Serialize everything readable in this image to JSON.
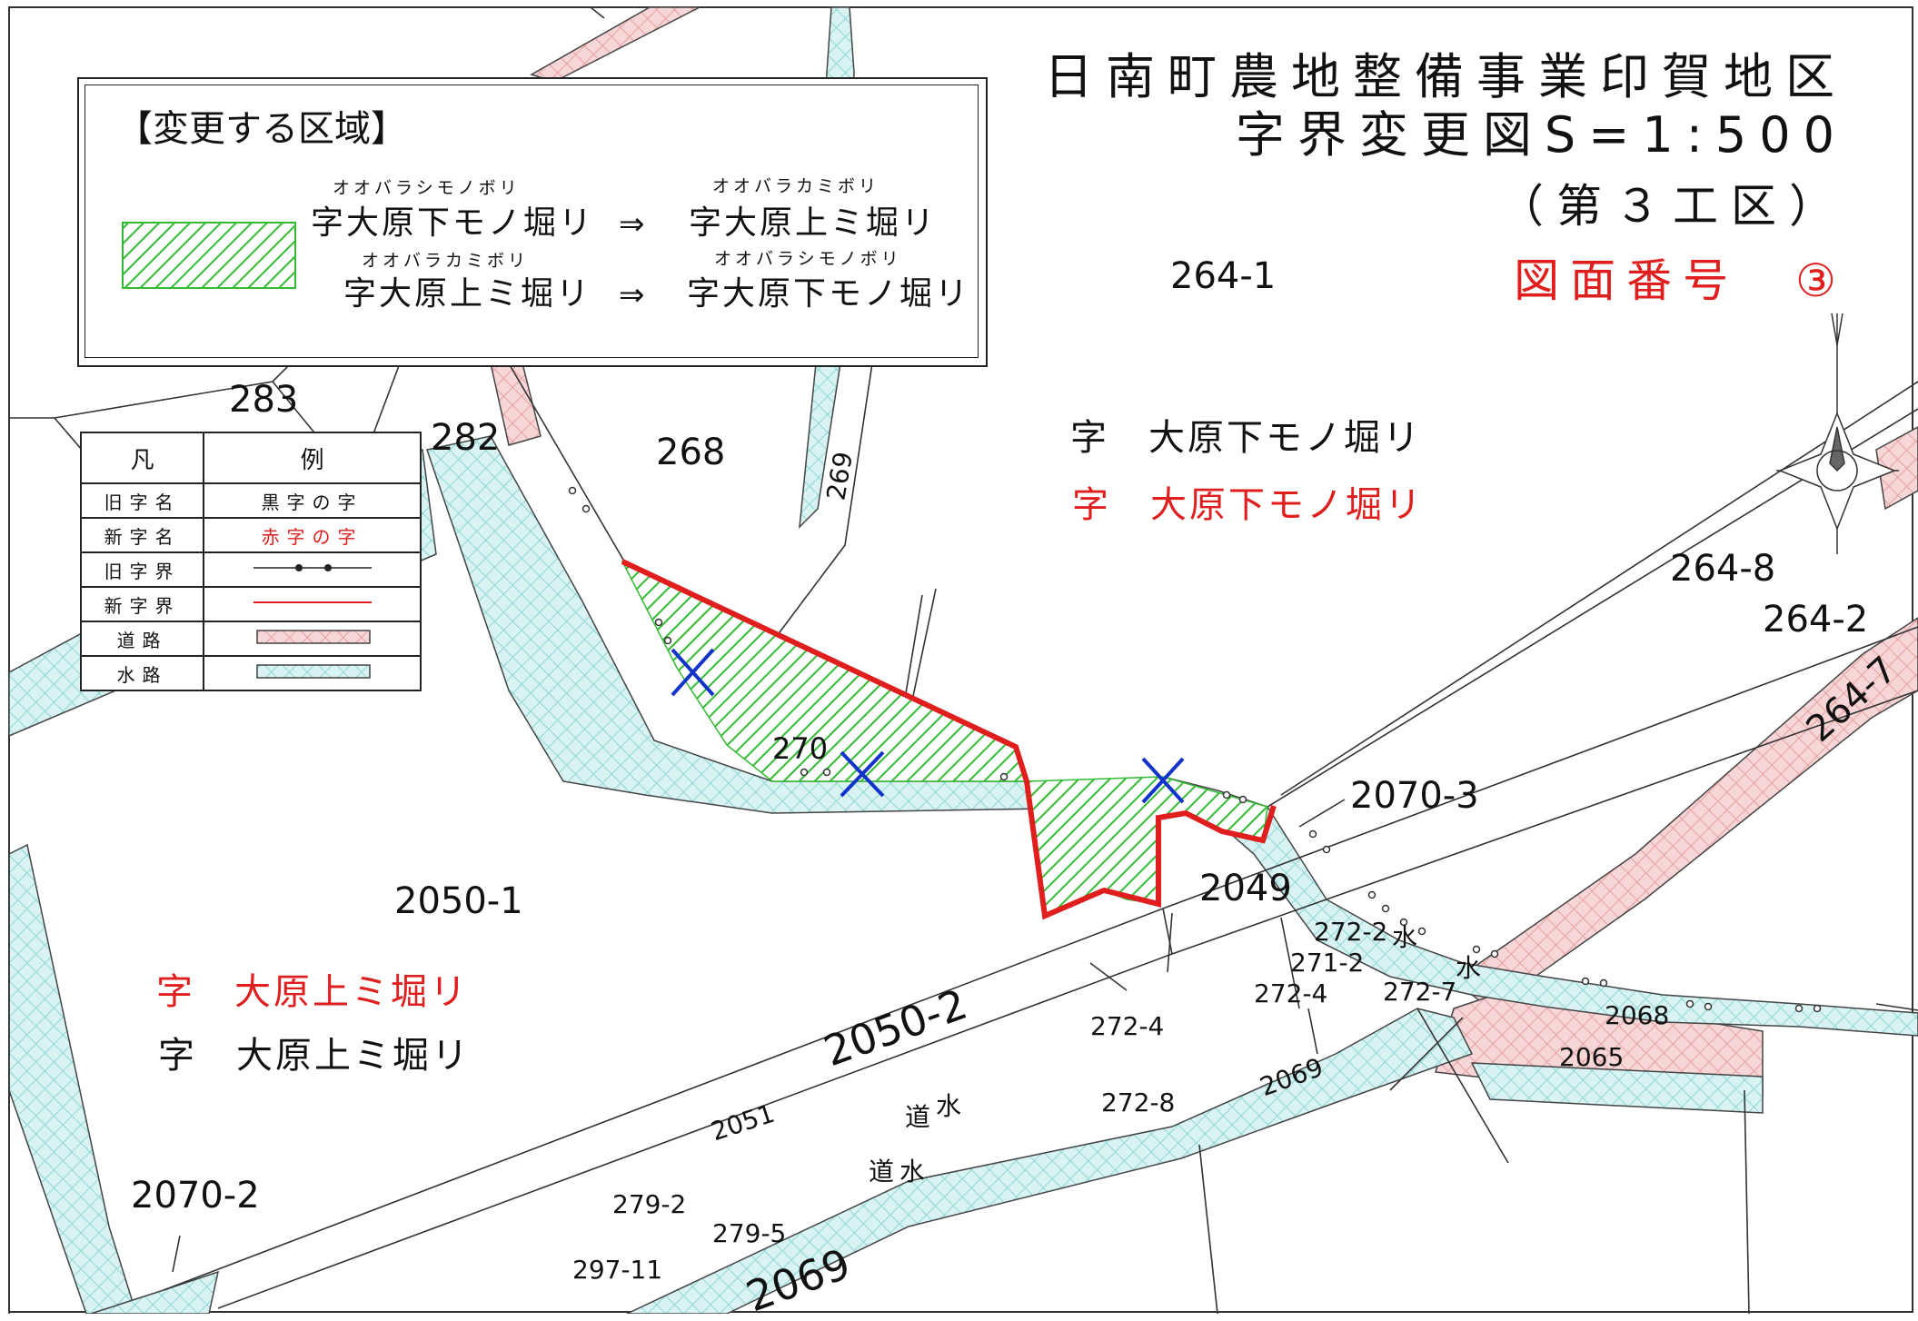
{
  "title": {
    "line1": "日南町農地整備事業印賀地区",
    "line2": "字界変更図S=1:500",
    "line3": "（第３工区）",
    "sheet": "図面番号　③"
  },
  "change_box": {
    "heading": "【変更する区域】",
    "rows": [
      {
        "from_ruby": "オオバラシモノボリ",
        "from": "字大原下モノ堀リ",
        "arrow": "⇒",
        "to_ruby": "オオバラカミボリ",
        "to": "字大原上ミ堀リ"
      },
      {
        "from_ruby": "オオバラカミボリ",
        "from": "字大原上ミ堀リ",
        "arrow": "⇒",
        "to_ruby": "オオバラシモノボリ",
        "to": "字大原下モノ堀リ"
      }
    ],
    "swatch_color": "#33bb33"
  },
  "legend": {
    "header_left": "凡",
    "header_right": "例",
    "rows": [
      {
        "label": "旧字名",
        "sample": "黒字の字"
      },
      {
        "label": "新字名",
        "sample": "赤字の字"
      },
      {
        "label": "旧字界",
        "sample": ""
      },
      {
        "label": "新字界",
        "sample": ""
      },
      {
        "label": "道路",
        "sample": ""
      },
      {
        "label": "水路",
        "sample": ""
      }
    ]
  },
  "colors": {
    "road_fill": "#f6d6d6",
    "road_hatch": "#e8a0a0",
    "water_fill": "#d9f3f3",
    "water_hatch": "#8fd6d6",
    "new_boundary": "#e01e1e",
    "change_hatch": "#33bb33",
    "delete_mark": "#1133cc"
  },
  "areas": {
    "upper_right_old": "字　大原下モノ堀リ",
    "upper_right_new": "字　大原下モノ堀リ",
    "lower_left_new": "字　大原上ミ堀リ",
    "lower_left_old": "字　大原上ミ堀リ"
  },
  "parcels": {
    "p264_1": "264-1",
    "p283": "283",
    "p282": "282",
    "p268": "268",
    "p269": "269",
    "p264_8": "264-8",
    "p264_2": "264-2",
    "p264_7": "264-7",
    "p270": "270",
    "p2070_3": "2070-3",
    "p2049": "2049",
    "p2050_1": "2050-1",
    "p272_2": "272-2",
    "p271_2": "271-2",
    "p272_4a": "272-4",
    "p272_7": "272-7",
    "p2068": "2068",
    "p2065": "2065",
    "p2050_2": "2050-2",
    "p272_4b": "272-4",
    "p2069a": "2069",
    "p272_8": "272-8",
    "p2051": "2051",
    "p2070_2": "2070-2",
    "p279_2": "279-2",
    "p279_5": "279-5",
    "p297_11": "297-11",
    "p2069b": "2069"
  },
  "markers": {
    "water1": "水",
    "water2": "水",
    "road_water1_road": "道",
    "road_water1_water": "水",
    "road_water2_road": "道",
    "road_water2_water": "水"
  }
}
